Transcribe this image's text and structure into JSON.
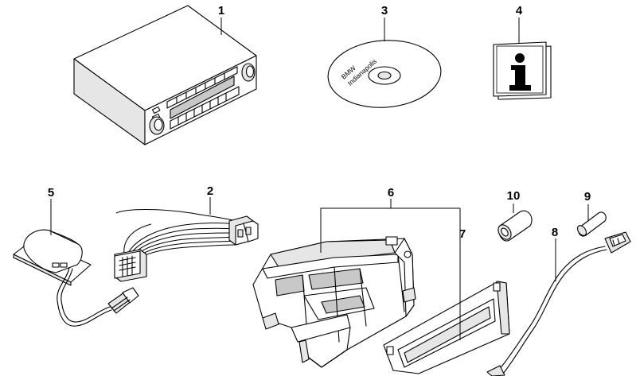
{
  "callouts": {
    "c1": "1",
    "c2": "2",
    "c3": "3",
    "c4": "4",
    "c5": "5",
    "c6": "6",
    "c7": "7",
    "c8": "8",
    "c9": "9",
    "c10": "10"
  },
  "cd": {
    "line1": "BMW",
    "line2": "Indianapolis"
  },
  "info_card": {
    "glyph": "i"
  },
  "colors": {
    "line": "#000000",
    "fill": "#ffffff",
    "shade": "#e6e6e6"
  },
  "icons": {
    "radio": "car-radio-unit-icon",
    "cd": "navigation-cd-icon",
    "info": "info-booklet-icon",
    "antenna": "gps-antenna-icon",
    "harness": "wiring-harness-icon",
    "bracket": "mounting-bracket-icon",
    "panel": "trim-panel-icon",
    "cable": "adapter-cable-icon",
    "sleeve10": "sleeve-icon",
    "sleeve9": "small-sleeve-icon"
  }
}
